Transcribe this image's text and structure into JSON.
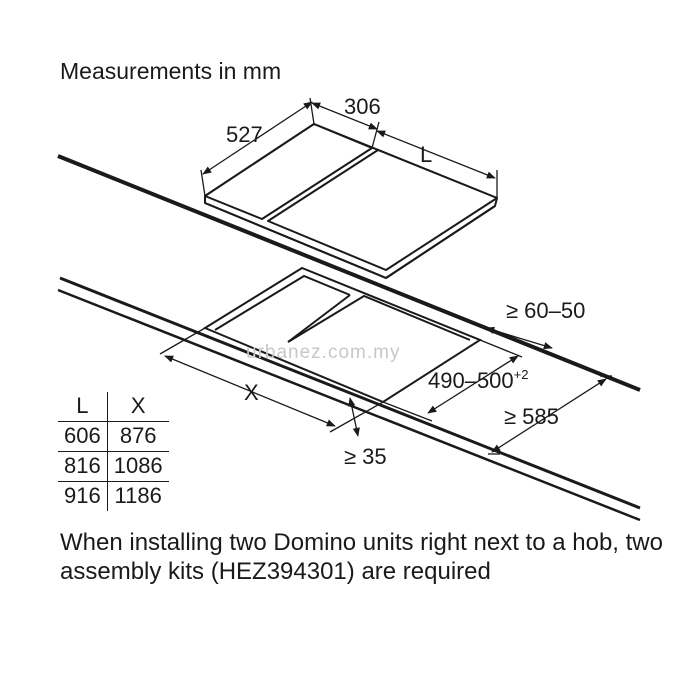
{
  "title": "Measurements in mm",
  "dimensions": {
    "depth": "527",
    "width": "306",
    "length_var": "L",
    "rear_clearance": "≥ 60–50",
    "cutout_depth": "490–500",
    "cutout_depth_tolerance": "+2",
    "worktop_depth": "≥ 585",
    "cutout_length_var": "X",
    "front_clearance": "≥ 35"
  },
  "watermark": "urbanez.com.my",
  "table": {
    "headers": [
      "L",
      "X"
    ],
    "rows": [
      [
        "606",
        "876"
      ],
      [
        "816",
        "1086"
      ],
      [
        "916",
        "1186"
      ]
    ]
  },
  "note": "When installing two Domino units right next to a hob, two assembly kits (HEZ394301) are required"
}
